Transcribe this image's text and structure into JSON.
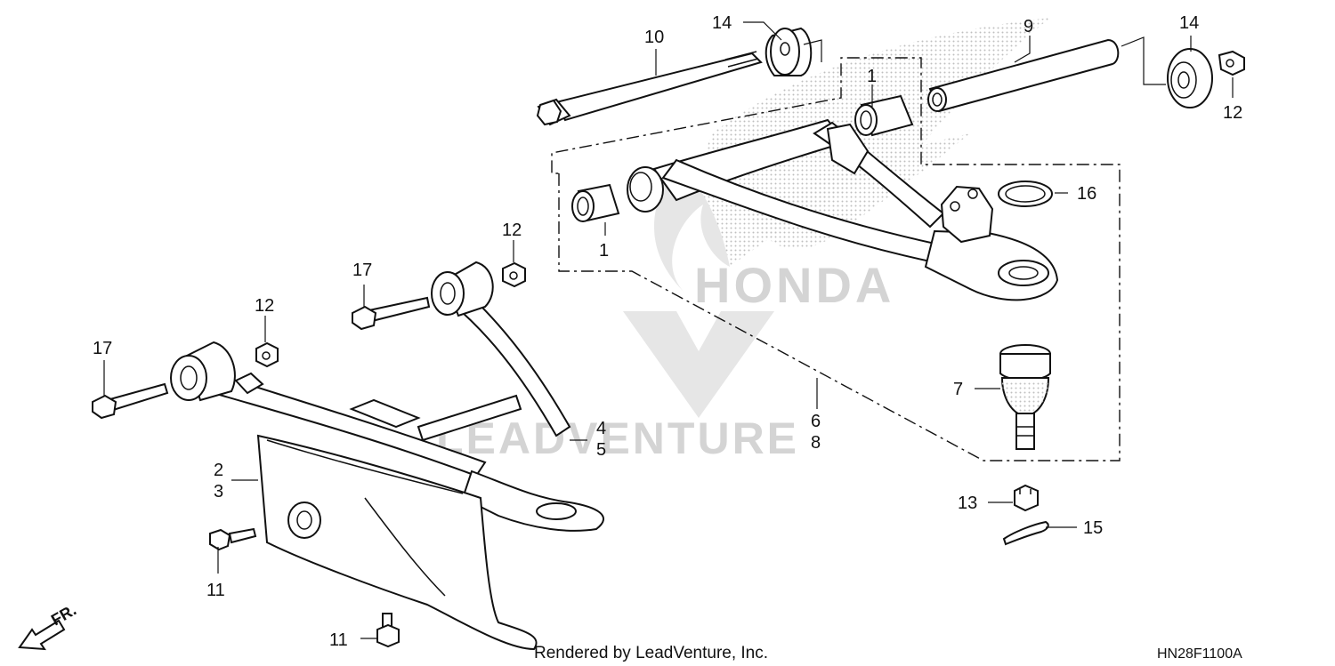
{
  "diagram": {
    "callouts": {
      "c1a": "1",
      "c1b": "1",
      "c2": "2",
      "c3": "3",
      "c4": "4",
      "c5": "5",
      "c6": "6",
      "c7": "7",
      "c8": "8",
      "c9": "9",
      "c10": "10",
      "c11a": "11",
      "c11b": "11",
      "c12a": "12",
      "c12b": "12",
      "c12c": "12",
      "c13": "13",
      "c14a": "14",
      "c14b": "14",
      "c15": "15",
      "c16": "16",
      "c17a": "17",
      "c17b": "17"
    },
    "front_indicator": "FR.",
    "watermark_brand": "HONDA",
    "watermark_text": "LEADVENTURE",
    "render_credit": "Rendered by LeadVenture, Inc.",
    "diagram_code": "HN28F1100A"
  }
}
